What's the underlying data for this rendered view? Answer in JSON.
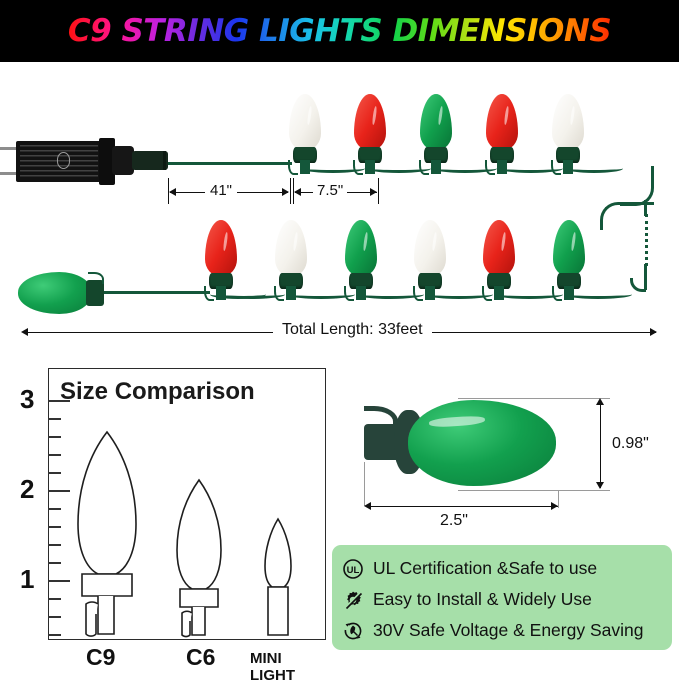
{
  "header": {
    "title": "C9 STRING LIGHTS DIMENSIONS"
  },
  "diagram": {
    "lead_length_label": "41\"",
    "spacing_label": "7.5\"",
    "total_length_label": "Total Length: 33feet",
    "row1_bulbs": [
      "white",
      "red",
      "green",
      "red",
      "white"
    ],
    "row2_bulbs": [
      "red",
      "white",
      "green",
      "white",
      "red",
      "green"
    ],
    "end_bulb_color": "green",
    "wire_color": "#14573a",
    "colors": {
      "red": "#e8231a",
      "green": "#11a04d",
      "white": "#f6f5f1"
    }
  },
  "size_comparison": {
    "title": "Size Comparison",
    "ruler_ticks": [
      "3",
      "2",
      "1"
    ],
    "bulbs": [
      {
        "label": "C9",
        "height_in": 2.6
      },
      {
        "label": "C6",
        "height_in": 1.95
      },
      {
        "label": "MINI LIGHT",
        "height_in": 1.4
      }
    ]
  },
  "bulb_detail": {
    "width_label": "0.98\"",
    "length_label": "2.5\"",
    "color": "green"
  },
  "features": {
    "background": "#a6dfa9",
    "items": [
      {
        "icon": "ul-certification-icon",
        "text": "UL Certification &Safe to use"
      },
      {
        "icon": "gear-icon",
        "text": "Easy to Install & Widely Use"
      },
      {
        "icon": "voltage-gauge-icon",
        "text": "30V Safe Voltage & Energy Saving"
      }
    ]
  }
}
